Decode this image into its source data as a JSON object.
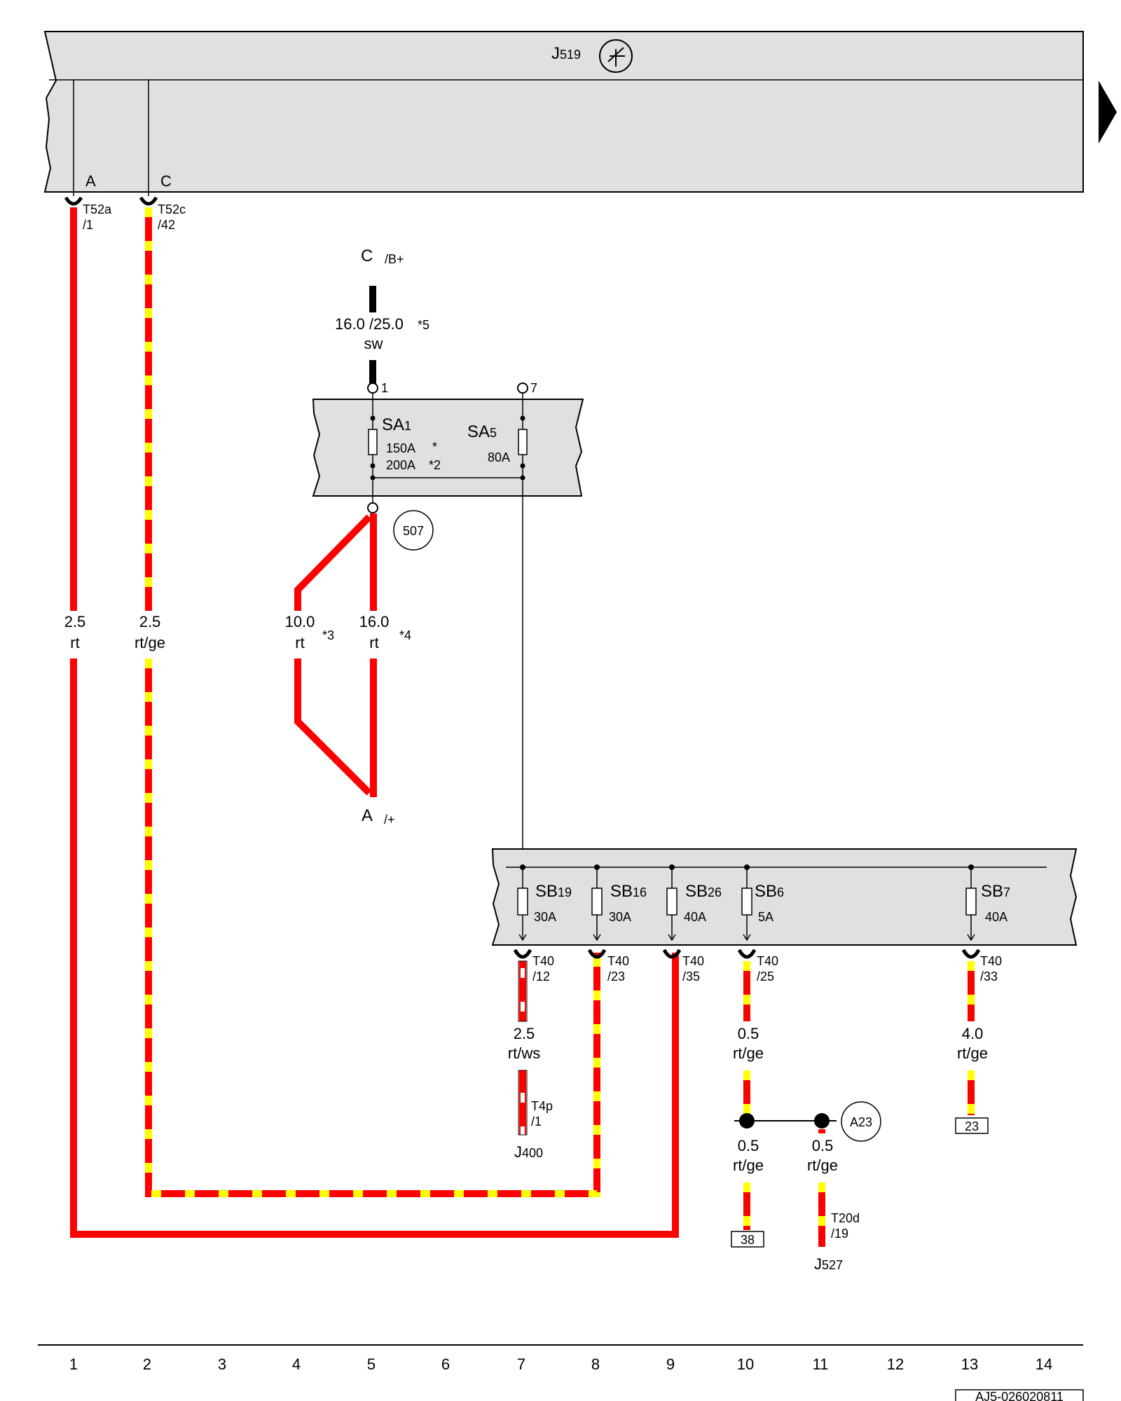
{
  "diagram_id": "AJ5-026020811",
  "modules": {
    "j519": {
      "name": "J",
      "sub": "519"
    },
    "sa_box": {
      "fuses": [
        {
          "name": "SA",
          "sub": "1",
          "rating_a": "150A",
          "note_a": "*",
          "rating_b": "200A",
          "note_b": "*2"
        },
        {
          "name": "SA",
          "sub": "5",
          "rating": "80A"
        }
      ],
      "terminal_in": "1",
      "terminal_out": "7",
      "ref": "507"
    },
    "sb_box": {
      "fuses": [
        {
          "name": "SB",
          "sub": "19",
          "rating": "30A"
        },
        {
          "name": "SB",
          "sub": "16",
          "rating": "30A"
        },
        {
          "name": "SB",
          "sub": "26",
          "rating": "40A"
        },
        {
          "name": "SB",
          "sub": "6",
          "rating": "5A"
        },
        {
          "name": "SB",
          "sub": "7",
          "rating": "40A"
        }
      ]
    }
  },
  "pins_top": [
    {
      "letter": "A",
      "conn": "T52a",
      "pin": "/1"
    },
    {
      "letter": "C",
      "conn": "T52c",
      "pin": "/42"
    }
  ],
  "pins_sb": [
    {
      "conn": "T40",
      "pin": "/12"
    },
    {
      "conn": "T40",
      "pin": "/23"
    },
    {
      "conn": "T40",
      "pin": "/35"
    },
    {
      "conn": "T40",
      "pin": "/25"
    },
    {
      "conn": "T40",
      "pin": "/33"
    }
  ],
  "battery": {
    "label": "C",
    "suffix": "/B+",
    "size": "16.0 /25.0",
    "note": "*5",
    "color": "sw"
  },
  "ground": {
    "label": "A",
    "suffix": "/+"
  },
  "wires": {
    "w1": {
      "size": "2.5",
      "color": "rt"
    },
    "w2": {
      "size": "2.5",
      "color": "rt/ge"
    },
    "w4": {
      "size": "10.0",
      "color": "rt",
      "note": "*3"
    },
    "w5": {
      "size": "16.0",
      "color": "rt",
      "note": "*4"
    },
    "w7": {
      "size": "2.5",
      "color": "rt/ws"
    },
    "w10": {
      "size": "0.5",
      "color": "rt/ge"
    },
    "w13": {
      "size": "4.0",
      "color": "rt/ge"
    },
    "w10b": {
      "size": "0.5",
      "color": "rt/ge"
    },
    "w11": {
      "size": "0.5",
      "color": "rt/ge"
    }
  },
  "destinations": {
    "j400": {
      "conn": "T4p",
      "pin": "/1",
      "name": "J",
      "sub": "400"
    },
    "j527": {
      "conn": "T20d",
      "pin": "/19",
      "name": "J",
      "sub": "527"
    },
    "box38": "38",
    "box23": "23",
    "a23": "A23"
  },
  "columns": [
    "1",
    "2",
    "3",
    "4",
    "5",
    "6",
    "7",
    "8",
    "9",
    "10",
    "11",
    "12",
    "13",
    "14"
  ],
  "colors": {
    "red": "#ff0000",
    "yellow": "#ffff00",
    "white": "#ffffff",
    "box_fill": "#e0e0e0",
    "black": "#000000"
  }
}
